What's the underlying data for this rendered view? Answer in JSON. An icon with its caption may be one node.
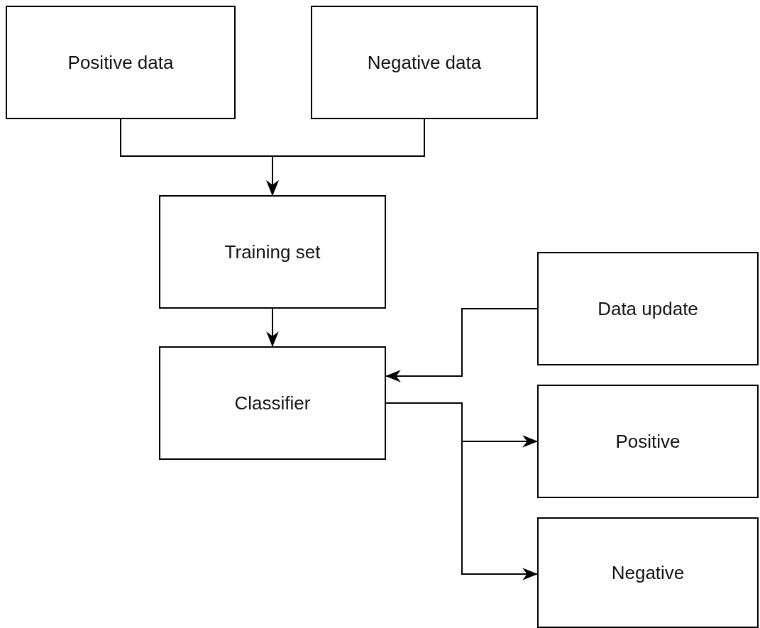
{
  "diagram": {
    "nodes": [
      {
        "text": [
          "Positive data"
        ]
      },
      {
        "text": [
          "Negative data"
        ]
      },
      {
        "text": [
          "Training set"
        ]
      },
      {
        "text": [
          "Classifier"
        ]
      },
      {
        "text": [
          "Data update"
        ]
      },
      {
        "text": [
          "Positive"
        ]
      },
      {
        "text": [
          "Negative"
        ]
      }
    ],
    "edges": [
      {
        "from": 0,
        "to": 2,
        "arrow": "to"
      },
      {
        "from": 1,
        "to": 2,
        "arrow": "to"
      },
      {
        "from": 2,
        "to": 3,
        "arrow": "to"
      },
      {
        "from": 4,
        "to": 3,
        "arrow": "to"
      },
      {
        "from": 3,
        "to": 5,
        "arrow": "to"
      },
      {
        "from": 3,
        "to": 6,
        "arrow": "to"
      }
    ]
  }
}
